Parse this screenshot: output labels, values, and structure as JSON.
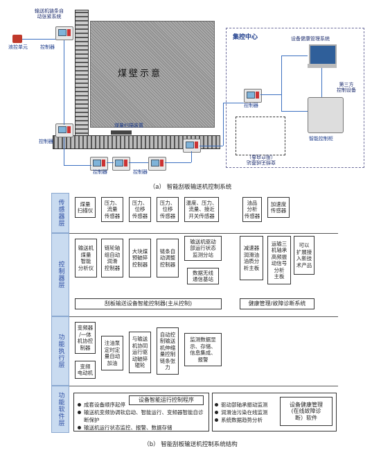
{
  "top": {
    "chain_auto_tension": "输送机链条自\n动张紧系统",
    "hydraulic_unit": "液控单元",
    "controller": "控制器",
    "coal_wall": "煤壁示意",
    "coal_scanner": "煤量扫描装置",
    "control_center": "集控中心",
    "health_mgmt_system": "设备健康管理系统",
    "third_party": "第三方\n控制设备",
    "smart_cabinet": "智能控制柜",
    "wireless_base": "变频无线基站\n（用户自备）",
    "caption": "（a） 智能刮板输送机控制系统"
  },
  "layers": {
    "sensor": "传感器层",
    "controller": "控制器层",
    "actuator": "功能执行层",
    "software": "功能软件层"
  },
  "sensors": [
    "煤量\n扫描仪",
    "压力、\n流量\n传感器",
    "压力、\n位移\n传感器",
    "压力、\n位移\n传感器",
    "温度、压力、\n流量、接近\n开关传感器",
    "油品\n分析\n传感器",
    "加速度\n传感器"
  ],
  "controllers": [
    "输送机\n煤量\n智能\n分析仪",
    "链轮轴\n组自动\n润滑\n控制器",
    "大块煤\n预破碎\n控制器",
    "链条自\n动调整\n控制器",
    "输送机驱动\n部运行状态\n监测分站",
    "数据无线\n通信基站",
    "减速器\n润滑油\n油质分\n析主板",
    "运输三\n机轴承\n高频振\n动信号\n分析\n主板",
    "可以\n扩展接\n入新技\n术产品"
  ],
  "main_controller": "刮板输送设备智能控制器(主从控制)",
  "health_diag": "健康管理/故障诊断系统",
  "actuators": [
    "变频器\n/一体\n机协控\n制器",
    "变频\n电动机",
    "注油泵\n定时定\n量自动\n加油",
    "与输送\n机协同\n运行驱\n动破碎\n辊轮",
    "自动控\n制输送\n机伸缩\n量控制\n链条张\n力",
    "监测数据显\n示、存储、\n信息集成、\n报警"
  ],
  "software_left_title": "设备智能运行控制程序",
  "software_left_items": [
    "成套设备顺序起停",
    "输送机变频协调软启动、智能运行、变频器智能自诊断保护",
    "输送机运行状态监控、报警、数据存储"
  ],
  "software_right_title": "设备健康管理\n(在线故障诊\n断）软件",
  "software_right_items": [
    "驱动部轴承振动监测",
    "润滑油污染在线监测",
    "系统数据趋势分析"
  ],
  "caption_b": "（b） 智能刮板输送机控制系统结构"
}
